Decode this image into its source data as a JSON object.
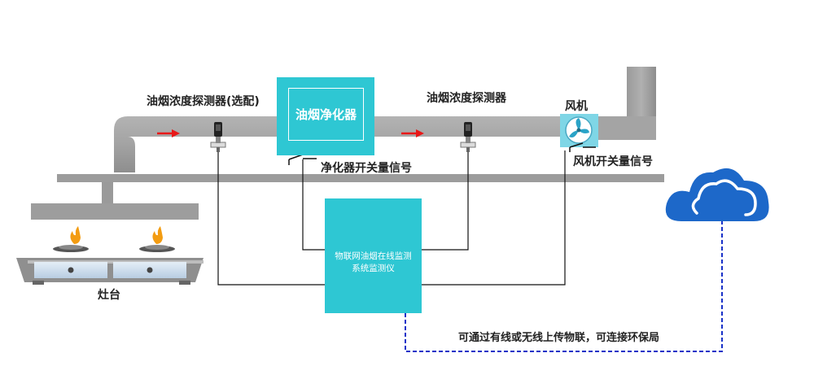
{
  "labels": {
    "detector_left": "油烟浓度探测器(选配)",
    "detector_right": "油烟浓度探测器",
    "fan": "风机",
    "purifier": "油烟净化器",
    "purifier_signal": "净化器开关量信号",
    "fan_signal": "风机开关量信号",
    "stove": "灶台",
    "monitor_line1": "物联网油烟在线监测",
    "monitor_line2": "系统监测仪",
    "connection_note": "可通过有线或无线上传物联，可连接环保局"
  },
  "colors": {
    "duct": "#a6a6a6",
    "duct_dark": "#8a8a8a",
    "device_box": "#2ec7d3",
    "cloud": "#1d68c9",
    "arrow": "#e81818",
    "dashed_link": "#1a32c8",
    "wire": "#111111",
    "flame": "#f39c12",
    "stove_body": "#9b9b9b",
    "stove_glass": "#cfe0ef"
  },
  "icons": {
    "cloud": "cloud-icon",
    "fan": "fan-icon",
    "flame": "flame-icon",
    "arrow": "arrow-right-icon",
    "sensor": "sensor-probe-icon"
  }
}
